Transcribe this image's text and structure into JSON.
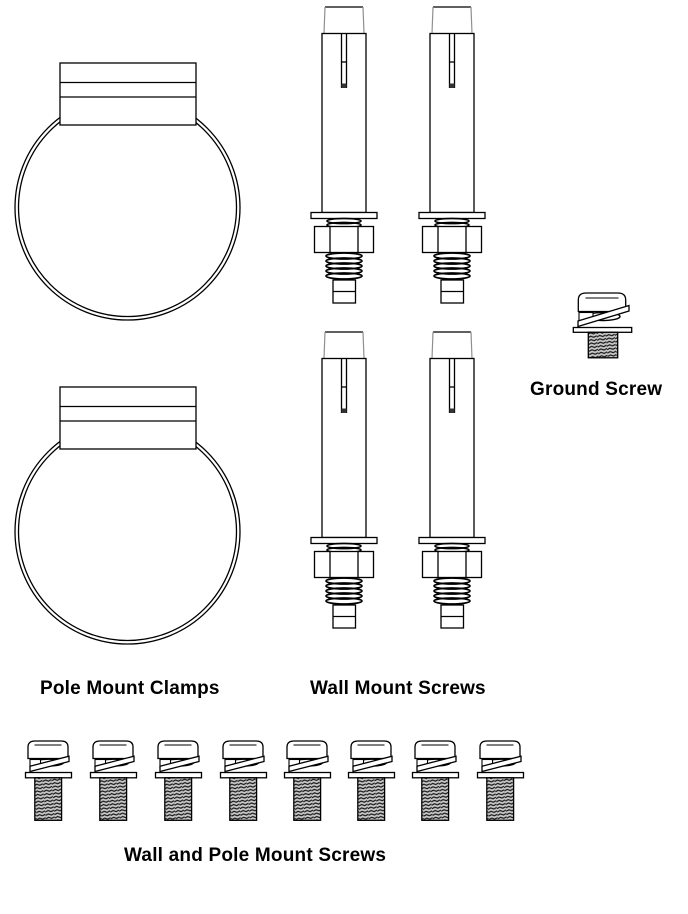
{
  "diagram": {
    "background_color": "#ffffff",
    "line_color": "#000000",
    "thread_fill_color": "#c9c9c9"
  },
  "labels": {
    "pole_mount_clamps": "Pole Mount Clamps",
    "wall_mount_screws": "Wall Mount Screws",
    "ground_screw": "Ground Screw",
    "wall_and_pole_mount_screws": "Wall and Pole Mount Screws"
  },
  "parts": [
    {
      "name": "pole-mount-clamp",
      "label": "Pole Mount Clamps",
      "count": 2
    },
    {
      "name": "wall-mount-screw-anchor",
      "label": "Wall Mount Screws",
      "count": 4
    },
    {
      "name": "ground-screw",
      "label": "Ground Screw",
      "count": 1
    },
    {
      "name": "wall-and-pole-mount-screw",
      "label": "Wall and Pole Mount Screws",
      "count": 8
    }
  ]
}
